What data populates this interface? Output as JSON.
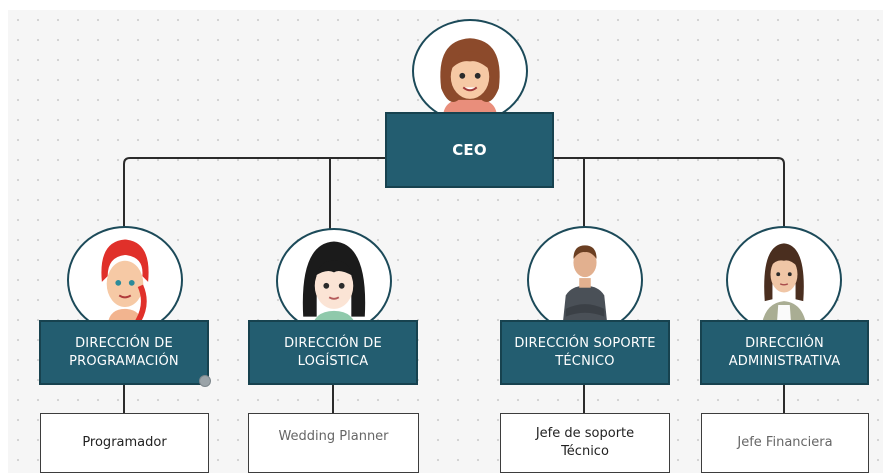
{
  "chart": {
    "ceo": {
      "label": "CEO",
      "avatar": "woman-brown-hair-icon"
    },
    "departments": [
      {
        "label": "DIRECCIÓN DE PROGRAMACIÓN",
        "role": "Programador",
        "avatar": "red-braid-woman-icon"
      },
      {
        "label": "DIRECCIÓN DE LOGÍSTICA",
        "role": "Wedding Planner",
        "avatar": "black-hair-woman-icon"
      },
      {
        "label": "DIRECCIÓN SOPORTE TÉCNICO",
        "role": "Jefe de soporte Técnico",
        "avatar": "man-crossed-arms-icon"
      },
      {
        "label": "DIRECCIIÓN ADMINISTRATIVA",
        "role": "Jefe Financiera",
        "avatar": "woman-business-icon"
      }
    ]
  },
  "colors": {
    "node_fill": "#235d70",
    "node_border": "#17424f",
    "connector": "#2b2b2b"
  }
}
